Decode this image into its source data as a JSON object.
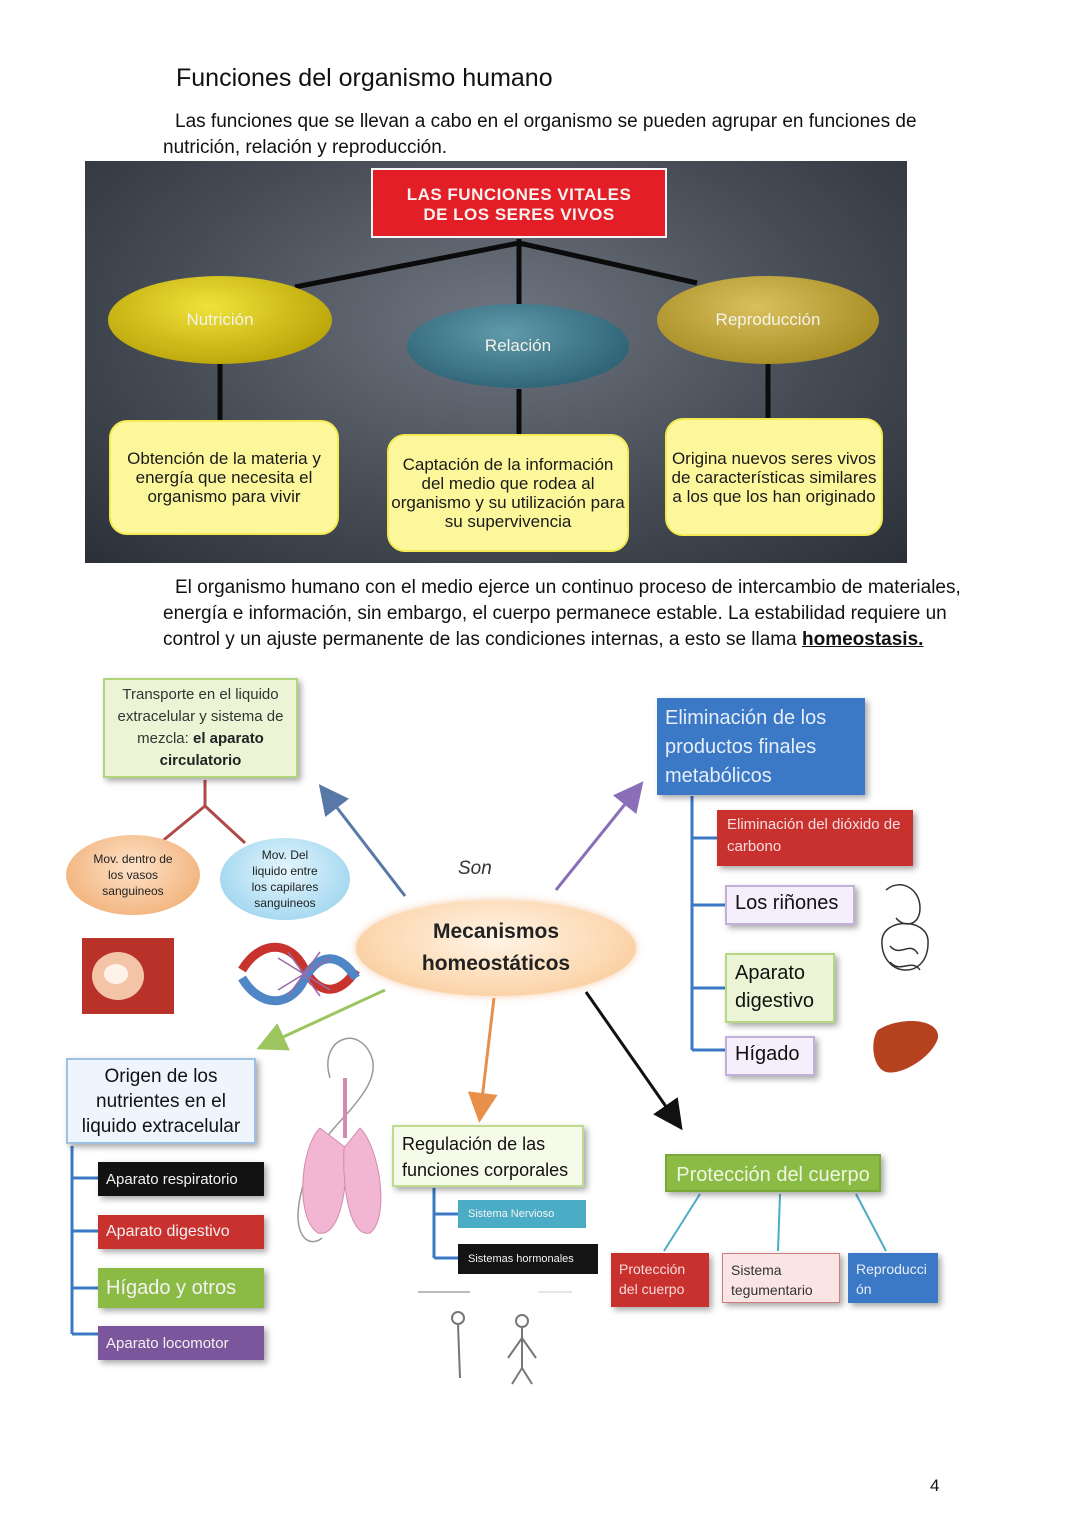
{
  "title": "Funciones del organismo humano",
  "para1": "Las funciones que se llevan a cabo en el organismo se pueden agrupar en funciones de nutrición, relación y reproducción.",
  "diagram1": {
    "title_line1": "LAS FUNCIONES VITALES",
    "title_line2": "DE LOS SERES VIVOS",
    "nutricion": "Nutrición",
    "relacion": "Relación",
    "reproduccion": "Reproducción",
    "nutricion_desc": "Obtención de la materia y energía que necesita el organismo para vivir",
    "relacion_desc": "Captación de la información del medio que rodea al organismo y su utilización para su supervivencia",
    "reproduccion_desc": "Origina nuevos seres vivos de características similares a los que los han originado"
  },
  "para2_text": "El organismo humano con el medio ejerce un continuo proceso de intercambio de materiales, energía e información, sin embargo, el cuerpo permanece estable. La estabilidad requiere un control y un ajuste permanente de las condiciones internas, a esto se llama ",
  "para2_bold": "homeostasis.",
  "diagram2": {
    "transporte_text": "Transporte en el liquido extracelular y sistema de mezcla: ",
    "transporte_bold": "el aparato circulatorio",
    "mov_vasos": "Mov. dentro de los vasos sanguineos",
    "mov_capilares": "Mov. Del liquido entre los capilares sanguineos",
    "son": "Son",
    "center": "Mecanismos homeostáticos",
    "eliminacion": "Eliminación de los productos finales metabólicos",
    "dioxido": "Eliminación del dióxido de carbono",
    "rinones": "Los riñones",
    "aparato_digestivo": "Aparato digestivo",
    "higado": "Hígado",
    "origen": "Origen de los nutrientes en el liquido extracelular",
    "origen_items": [
      "Aparato respiratorio",
      "Aparato digestivo",
      "Hígado y otros",
      "Aparato locomotor"
    ],
    "regulacion": "Regulación de las funciones corporales",
    "sistema_nervioso": "Sistema Nervioso",
    "sistemas_hormonales": "Sistemas hormonales",
    "proteccion": "Protección del cuerpo",
    "proteccion_items": [
      "Protección del cuerpo",
      "Sistema tegumentario",
      "Reproducci ón"
    ]
  },
  "page_number": "4",
  "colors": {
    "red": "#e41e26",
    "blue": "#3b78c5",
    "green": "#8bbb45",
    "purple": "#7b569c"
  }
}
